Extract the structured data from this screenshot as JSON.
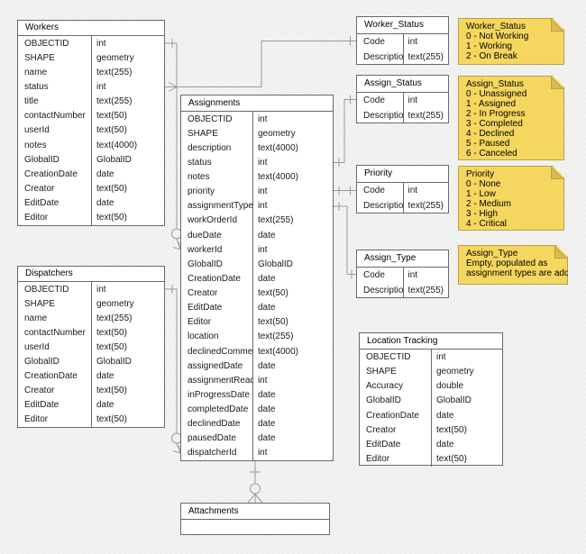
{
  "colors": {
    "background": "#F2F2F0",
    "table_fill": "#FFFFFF",
    "table_border": "#696969",
    "connector": "#9A9A9A",
    "note_fill": "#F5D75F",
    "note_fold": "#DCBB4D",
    "note_border": "#B5A14B",
    "text": "#1A1A1A"
  },
  "tables": {
    "workers": {
      "title": "Workers",
      "fields": [
        {
          "name": "OBJECTID",
          "type": "int"
        },
        {
          "name": "SHAPE",
          "type": "geometry"
        },
        {
          "name": "name",
          "type": "text(255)"
        },
        {
          "name": "status",
          "type": "int"
        },
        {
          "name": "title",
          "type": "text(255)"
        },
        {
          "name": "contactNumber",
          "type": "text(50)"
        },
        {
          "name": "userId",
          "type": "text(50)"
        },
        {
          "name": "notes",
          "type": "text(4000)"
        },
        {
          "name": "GlobalID",
          "type": "GlobalID"
        },
        {
          "name": "CreationDate",
          "type": "date"
        },
        {
          "name": "Creator",
          "type": "text(50)"
        },
        {
          "name": "EditDate",
          "type": "date"
        },
        {
          "name": "Editor",
          "type": "text(50)"
        }
      ]
    },
    "dispatchers": {
      "title": "Dispatchers",
      "fields": [
        {
          "name": "OBJECTID",
          "type": "int"
        },
        {
          "name": "SHAPE",
          "type": "geometry"
        },
        {
          "name": "name",
          "type": "text(255)"
        },
        {
          "name": "contactNumber",
          "type": "text(50)"
        },
        {
          "name": "userId",
          "type": "text(50)"
        },
        {
          "name": "GlobalID",
          "type": "GlobalID"
        },
        {
          "name": "CreationDate",
          "type": "date"
        },
        {
          "name": "Creator",
          "type": "text(50)"
        },
        {
          "name": "EditDate",
          "type": "date"
        },
        {
          "name": "Editor",
          "type": "text(50)"
        }
      ]
    },
    "assignments": {
      "title": "Assignments",
      "fields": [
        {
          "name": "OBJECTID",
          "type": "int"
        },
        {
          "name": "SHAPE",
          "type": "geometry"
        },
        {
          "name": "description",
          "type": "text(4000)"
        },
        {
          "name": "status",
          "type": "int"
        },
        {
          "name": "notes",
          "type": "text(4000)"
        },
        {
          "name": "priority",
          "type": "int"
        },
        {
          "name": "assignmentType",
          "type": "int"
        },
        {
          "name": "workOrderId",
          "type": "text(255)"
        },
        {
          "name": "dueDate",
          "type": "date"
        },
        {
          "name": "workerId",
          "type": "int"
        },
        {
          "name": "GlobalID",
          "type": "GlobalID"
        },
        {
          "name": "CreationDate",
          "type": "date"
        },
        {
          "name": "Creator",
          "type": "text(50)"
        },
        {
          "name": "EditDate",
          "type": "date"
        },
        {
          "name": "Editor",
          "type": "text(50)"
        },
        {
          "name": "location",
          "type": "text(255)"
        },
        {
          "name": "declinedComment",
          "type": "text(4000)"
        },
        {
          "name": "assignedDate",
          "type": "date"
        },
        {
          "name": "assignmentRead",
          "type": "int"
        },
        {
          "name": "inProgressDate",
          "type": "date"
        },
        {
          "name": "completedDate",
          "type": "date"
        },
        {
          "name": "declinedDate",
          "type": "date"
        },
        {
          "name": "pausedDate",
          "type": "date"
        },
        {
          "name": "dispatcherId",
          "type": "int"
        }
      ]
    },
    "worker_status": {
      "title": "Worker_Status",
      "fields": [
        {
          "name": "Code",
          "type": "int"
        },
        {
          "name": "Description",
          "type": "text(255)"
        }
      ]
    },
    "assign_status": {
      "title": "Assign_Status",
      "fields": [
        {
          "name": "Code",
          "type": "int"
        },
        {
          "name": "Description",
          "type": "text(255)"
        }
      ]
    },
    "priority": {
      "title": "Priority",
      "fields": [
        {
          "name": "Code",
          "type": "int"
        },
        {
          "name": "Description",
          "type": "text(255)"
        }
      ]
    },
    "assign_type": {
      "title": "Assign_Type",
      "fields": [
        {
          "name": "Code",
          "type": "int"
        },
        {
          "name": "Description",
          "type": "text(255)"
        }
      ]
    },
    "location_tracking": {
      "title": "Location Tracking",
      "fields": [
        {
          "name": "OBJECTID",
          "type": "int"
        },
        {
          "name": "SHAPE",
          "type": "geometry"
        },
        {
          "name": "Accuracy",
          "type": "double"
        },
        {
          "name": "GlobalID",
          "type": "GlobalID"
        },
        {
          "name": "CreationDate",
          "type": "date"
        },
        {
          "name": "Creator",
          "type": "text(50)"
        },
        {
          "name": "EditDate",
          "type": "date"
        },
        {
          "name": "Editor",
          "type": "text(50)"
        }
      ]
    },
    "attachments": {
      "title": "Attachments",
      "fields": []
    }
  },
  "notes": {
    "worker_status": {
      "lines": [
        "Worker_Status",
        "0 - Not Working",
        "1 - Working",
        "2 - On Break"
      ]
    },
    "assign_status": {
      "lines": [
        "Assign_Status",
        "0 - Unassigned",
        "1 - Assigned",
        "2 - In Progress",
        "3 - Completed",
        "4 - Declined",
        "5 - Paused",
        "6 - Canceled"
      ]
    },
    "priority": {
      "lines": [
        "Priority",
        "0 - None",
        "1 - Low",
        "2 - Medium",
        "3 - High",
        "4 - Critical"
      ]
    },
    "assign_type": {
      "lines": [
        "Assign_Type",
        "Empty, populated as",
        "assignment types are added"
      ]
    }
  },
  "relationships": [
    {
      "from": "Workers.OBJECTID",
      "to": "Assignments.workerId",
      "from_marker": "one-tick",
      "to_marker": "circle-arrow"
    },
    {
      "from": "Workers.status",
      "to": "Worker_Status.Code",
      "from_marker": "arrow",
      "to_marker": "one-tick"
    },
    {
      "from": "Dispatchers.OBJECTID",
      "to": "Assignments.dispatcherId",
      "from_marker": "one-tick",
      "to_marker": "circle-arrow"
    },
    {
      "from": "Assignments.status",
      "to": "Assign_Status.Code",
      "from_marker": "one-tick",
      "to_marker": "one-tick"
    },
    {
      "from": "Assignments.priority",
      "to": "Priority.Code",
      "from_marker": "one-tick",
      "to_marker": "one-tick"
    },
    {
      "from": "Assignments.assignmentType",
      "to": "Assign_Type.Code",
      "from_marker": "one-tick",
      "to_marker": "one-tick"
    },
    {
      "from": "Assignments",
      "to": "Attachments",
      "from_marker": "one-tick",
      "to_marker": "circle-crow-foot"
    }
  ]
}
